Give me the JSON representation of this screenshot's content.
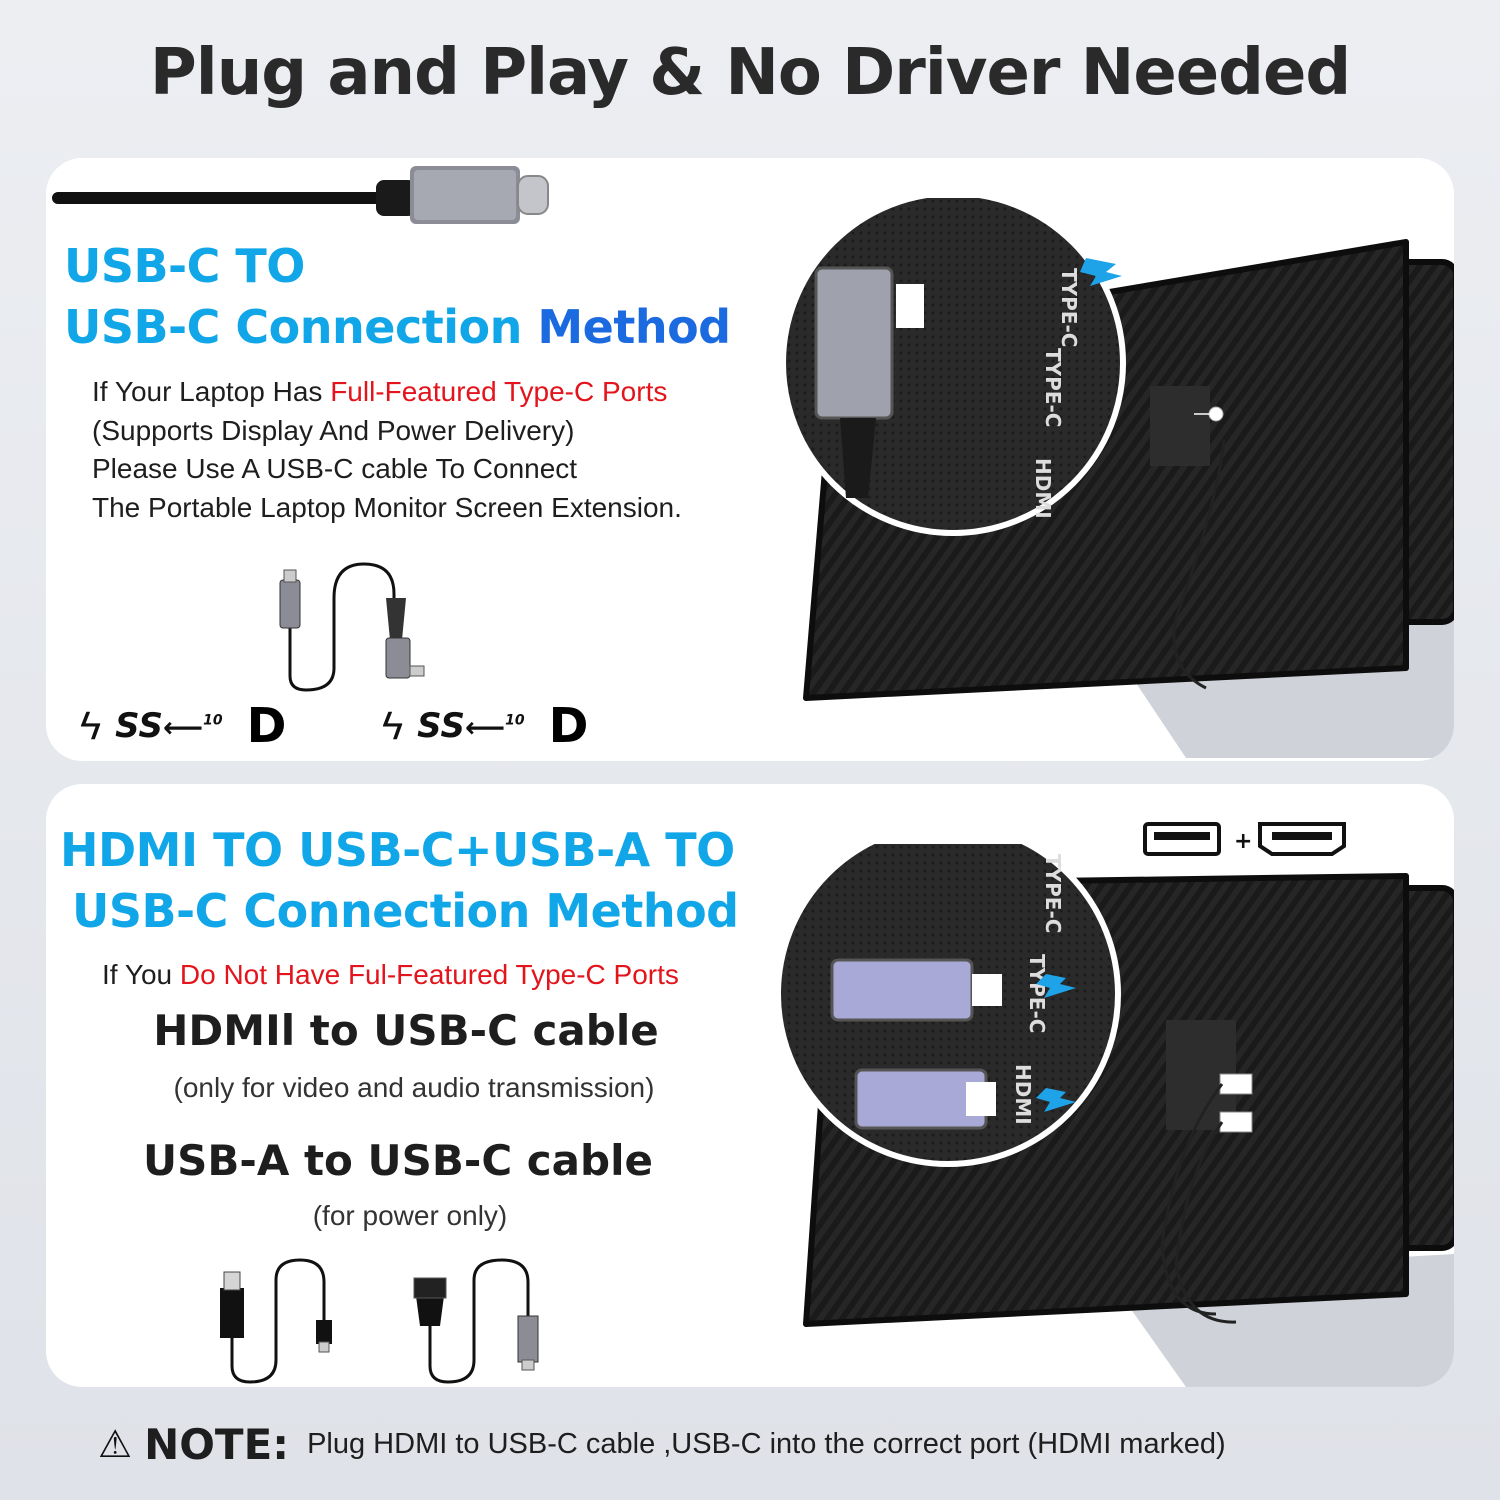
{
  "title": "Plug and Play & No Driver Needed",
  "section1": {
    "heading_line1": "USB-C TO",
    "heading_line2_a": "USB-C Connection ",
    "heading_line2_b": "Method",
    "para_l1_a": "If Your Laptop Has ",
    "para_l1_b": "Full-Featured Type-C Ports",
    "para_l2": "(Supports Display And Power Delivery)",
    "para_l3": "Please Use A USB-C cable To Connect",
    "para_l4": "The Portable Laptop Monitor Screen Extension.",
    "ss_label": "SS",
    "ss_sub": "10",
    "dp_label": "D",
    "bolt": "ϟ"
  },
  "section2": {
    "heading_line1": "HDMI TO USB-C+USB-A TO",
    "heading_line2_a": "USB-C Connection ",
    "heading_line2_b": "Method",
    "para_a": "If You ",
    "para_b": "Do Not Have Ful-Featured Type-C Ports",
    "cable1_title": "HDMIl to USB-C cable",
    "cable1_sub": "(only for video and audio transmission)",
    "cable2_title": "USB-A to USB-C cable",
    "cable2_sub": "(for power only)",
    "plus": "+"
  },
  "ports": {
    "type_c_1": "TYPE-C",
    "type_c_2": "TYPE-C",
    "hdmi": "HDMI"
  },
  "note": {
    "icon": "⚠",
    "label": "NOTE:",
    "text": "Plug HDMI to USB-C cable ,USB-C into the correct port (HDMI marked)"
  }
}
